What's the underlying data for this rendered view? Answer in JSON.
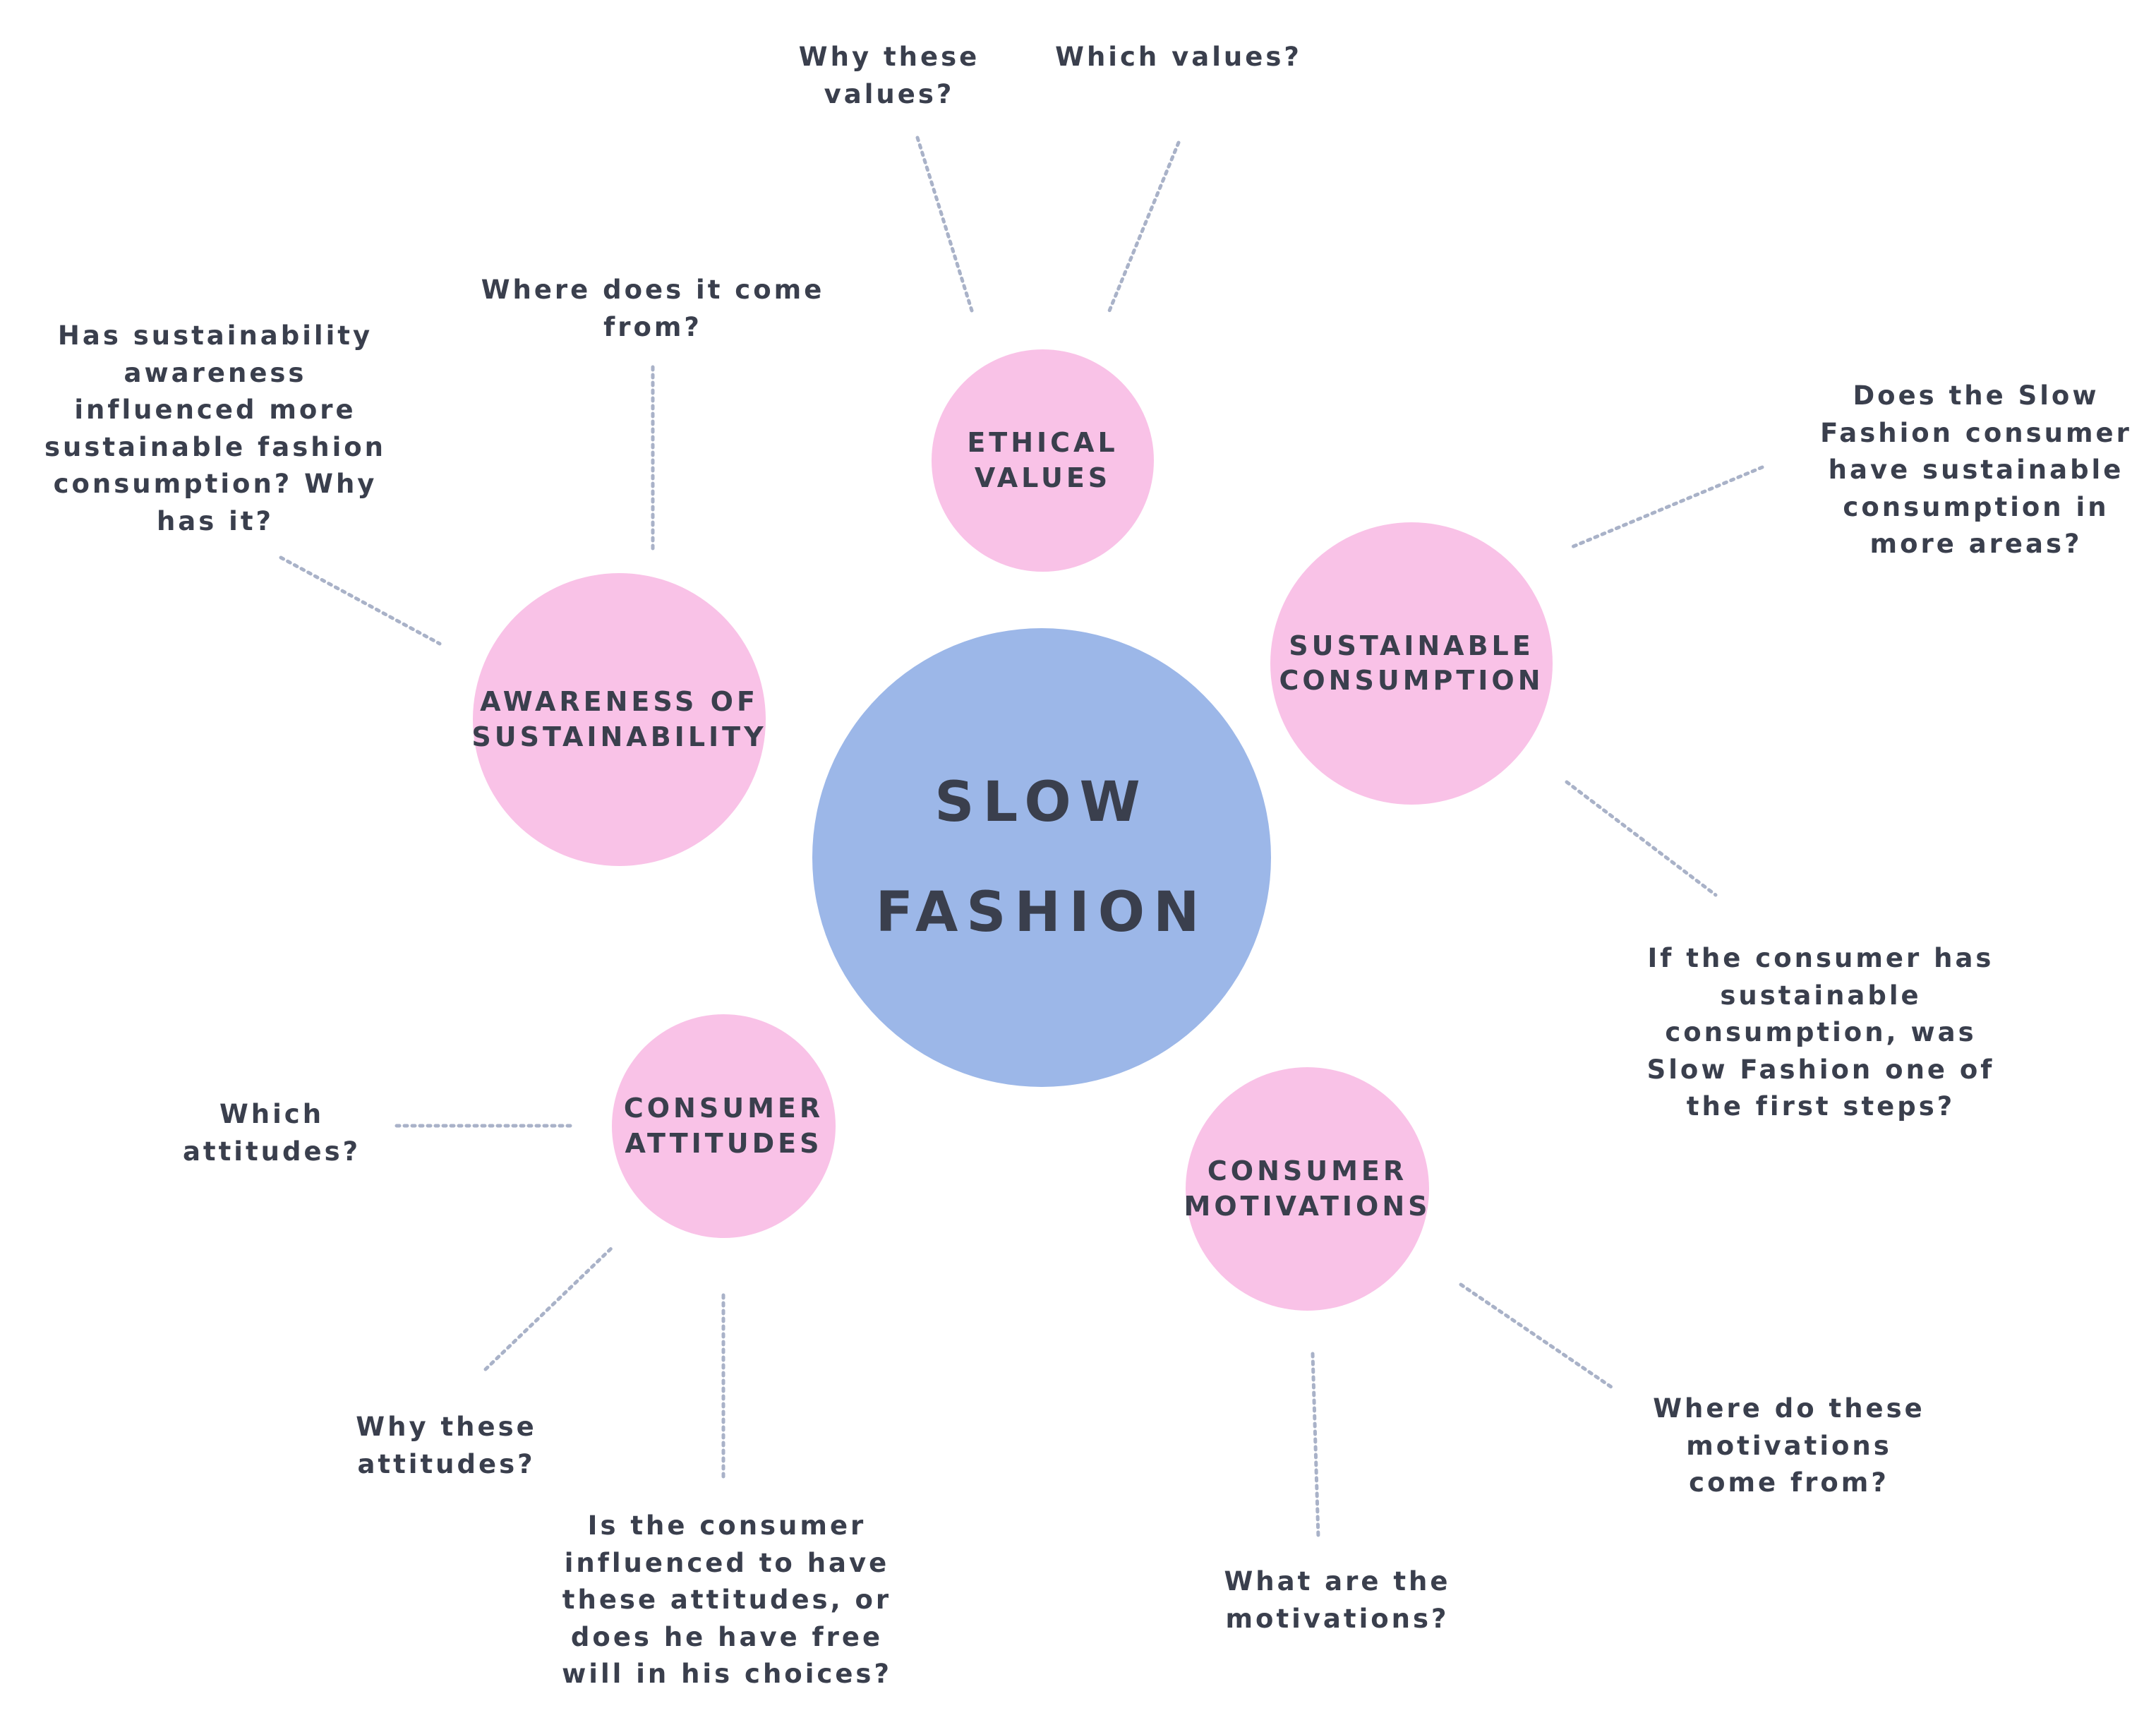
{
  "center": {
    "label": "SLOW\nFASHION"
  },
  "topics": {
    "ethical_values": "ETHICAL\nVALUES",
    "awareness": "AWARENESS OF\nSUSTAINABILITY",
    "sustainable_consumption": "SUSTAINABLE\nCONSUMPTION",
    "consumer_attitudes": "CONSUMER\nATTITUDES",
    "consumer_motivations": "CONSUMER\nMOTIVATIONS"
  },
  "questions": {
    "why_these_values": "Why these\nvalues?",
    "which_values": "Which values?",
    "where_does_it_come_from": "Where does it come\nfrom?",
    "has_awareness_influenced": "Has sustainability\nawareness\ninfluenced more\nsustainable fashion\nconsumption? Why\nhas it?",
    "does_slow_fashion_consumer": "Does the Slow\nFashion consumer\nhave sustainable\nconsumption in\nmore areas?",
    "if_consumer_has": "If the consumer has\nsustainable\nconsumption, was\nSlow Fashion one of\nthe first steps?",
    "which_attitudes": "Which\nattitudes?",
    "why_these_attitudes": "Why these\nattitudes?",
    "is_consumer_influenced": "Is the consumer\ninfluenced to have\nthese attitudes, or\ndoes he have free\nwill in his choices?",
    "where_do_motivations_come_from": "Where do these\nmotivations\ncome from?",
    "what_are_motivations": "What are the\nmotivations?"
  },
  "colors": {
    "center_fill": "#9cb7e8",
    "topic_fill": "#f9c2e7",
    "text": "#3a3f4d",
    "connector": "#a9b2c8"
  }
}
